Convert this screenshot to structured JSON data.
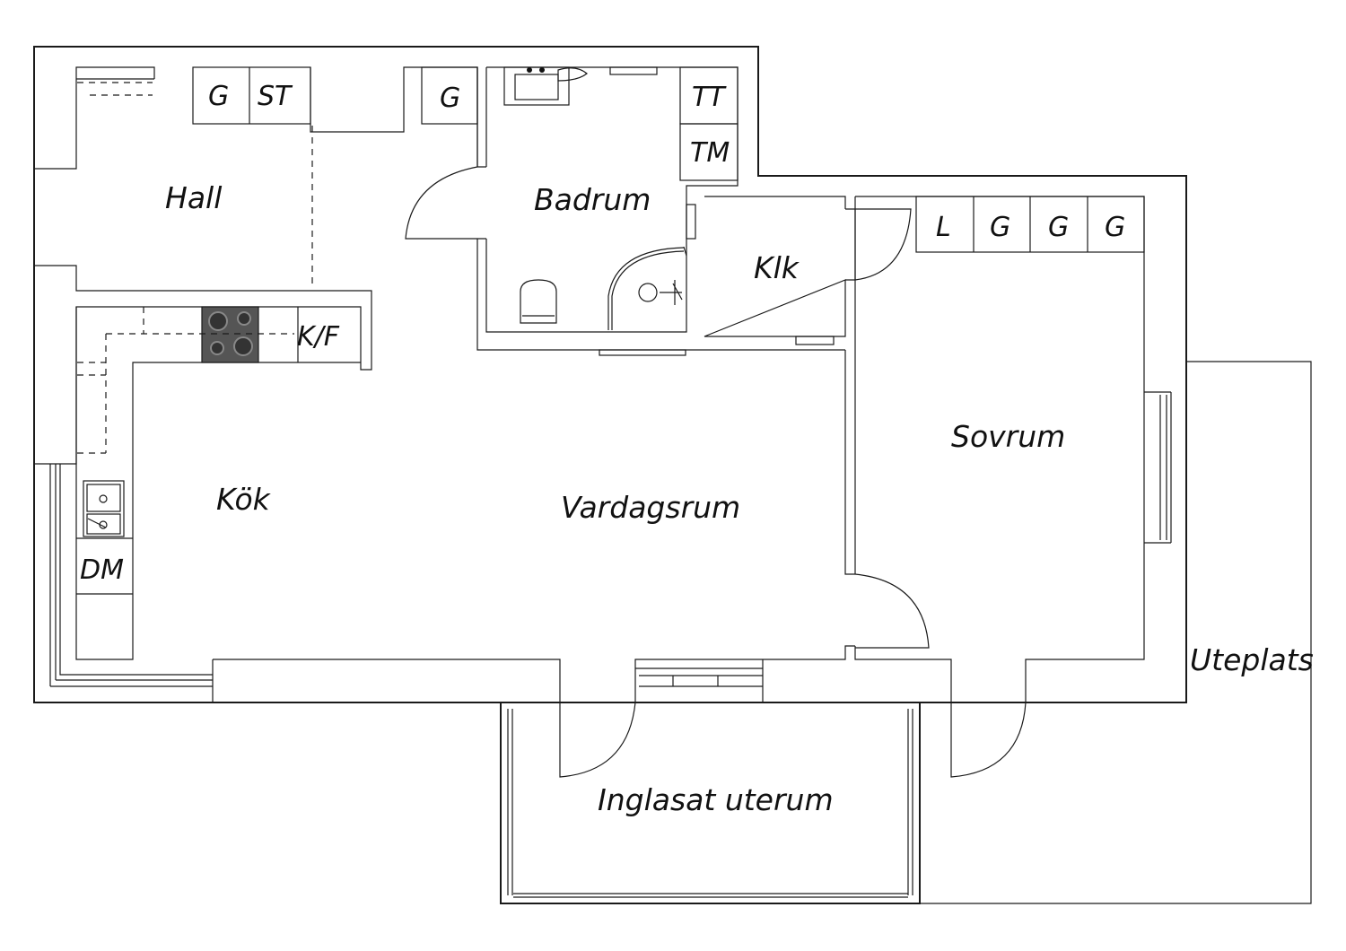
{
  "rooms": {
    "hall": "Hall",
    "badrum": "Badrum",
    "klk": "Klk",
    "sovrum": "Sovrum",
    "kok": "Kök",
    "vardagsrum": "Vardagsrum",
    "inglasat": "Inglasat uterum",
    "uteplats": "Uteplats"
  },
  "fixtures": {
    "hall_g": "G",
    "hall_st": "ST",
    "hall_g2": "G",
    "bath_tt": "TT",
    "bath_tm": "TM",
    "bed_l": "L",
    "bed_g1": "G",
    "bed_g2": "G",
    "bed_g3": "G",
    "kitchen_kf": "K/F",
    "kitchen_dm": "DM"
  }
}
